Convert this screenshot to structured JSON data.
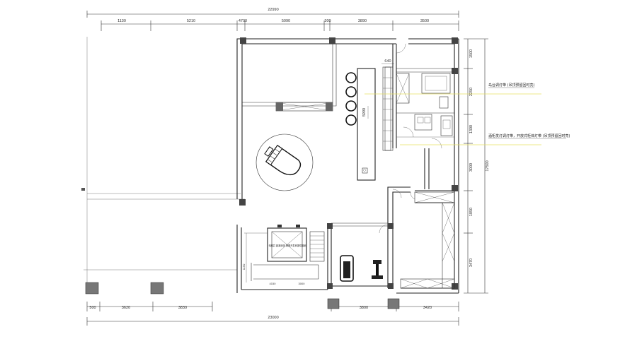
{
  "dimensions": {
    "top_total": "22990",
    "top_segments": [
      "1130",
      "5210",
      "4700",
      "5090",
      "300",
      "3890",
      "3500"
    ],
    "top_small": "640",
    "bottom_total": "23000",
    "bottom_left": [
      "500",
      "3620",
      "3830"
    ],
    "bottom_right": [
      "3800",
      "3420"
    ],
    "right_segments": [
      "1500",
      "2250",
      "1300",
      "3000",
      "1850",
      "3470"
    ],
    "right_total": "17500",
    "stair_left": "1150",
    "stair_bottom": [
      "4150",
      "3000"
    ],
    "bar_length": "5990",
    "side_mark": "6"
  },
  "annotations": {
    "note_top": "岛台调灯带 (吊顶预留回时亮)",
    "note_bottom": "酒柜发灯调灯带，开放式柜体灯带 (吊顶预留回时亮)",
    "elevator_text": "电梯井 距离墙体 按照开发商提供图纸"
  },
  "colors": {
    "line": "#222222",
    "guide": "#e8e060",
    "marker": "#444444"
  }
}
